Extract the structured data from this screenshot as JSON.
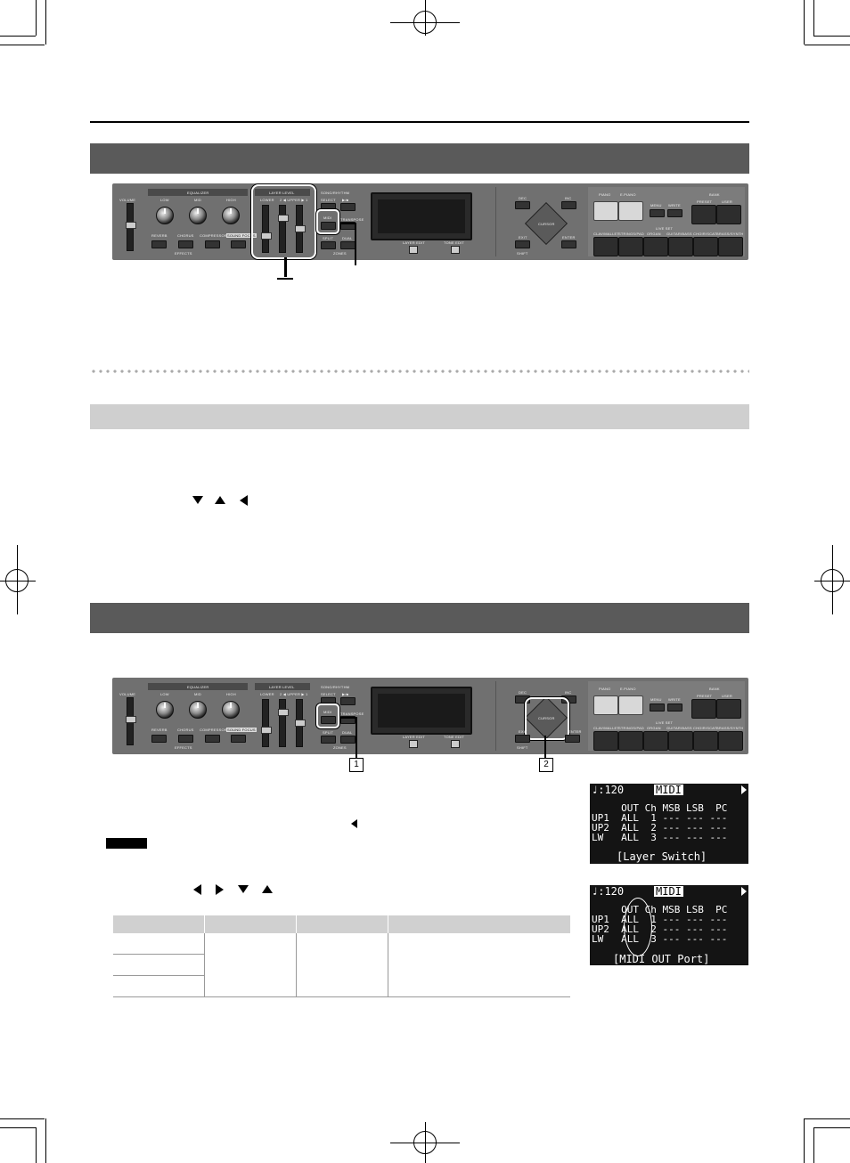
{
  "top_panel": {
    "volume": "VOLUME",
    "equalizer": "EQUALIZER",
    "eq_low": "LOW",
    "eq_mid": "MID",
    "eq_high": "HIGH",
    "reverb": "REVERB",
    "chorus": "CHORUS",
    "compressor": "COMPRESSOR",
    "sound_focus": "SOUND FOCUS",
    "effects": "EFFECTS",
    "layer_level": "LAYER LEVEL",
    "lower": "LOWER",
    "upper": "2 ◀ UPPER ▶ 1",
    "song_rhythm": "SONG/RHYTHM",
    "select": "SELECT",
    "play_stop": "▶/■",
    "midi": "MIDI",
    "transpose": "TRANSPOSE",
    "split": "SPLIT",
    "dual": "DUAL",
    "zones": "ZONES",
    "layer_edit": "LAYER EDIT",
    "tone_edit": "TONE EDIT",
    "dec": "DEC",
    "inc": "INC",
    "exit": "EXIT",
    "shift": "SHIFT",
    "enter": "ENTER",
    "cursor": "CURSOR",
    "piano": "PIANO",
    "e_piano": "E.PIANO",
    "menu": "MENU",
    "write": "WRITE",
    "bank": "BANK",
    "preset": "PRESET",
    "user": "USER",
    "live_set": "LIVE SET",
    "pad_4": "CLAV/MALLET",
    "pad_5": "STRINGS/PAD",
    "pad_6": "ORGAN",
    "pad_7": "GUITAR/BASS",
    "pad_8": "CHOIR/SCAT",
    "pad_9": "BRASS/SYNTH"
  },
  "step_markers": [
    "1",
    "2"
  ],
  "lcd1": {
    "tempo": "♩:120",
    "title": "MIDI",
    "header": "     OUT Ch MSB LSB  PC",
    "rows": [
      "UP1  ALL  1 --- --- ---",
      "UP2  ALL  2 --- --- ---",
      "LW   ALL  3 --- --- ---"
    ],
    "footer": "[Layer Switch]"
  },
  "lcd2": {
    "tempo": "♩:120",
    "title": "MIDI",
    "header": "     OUT Ch MSB LSB  PC",
    "rows": [
      "UP1  ALL  1 --- --- ---",
      "UP2  ALL  2 --- --- ---",
      "LW   ALL  3 --- --- ---"
    ],
    "footer": "[MIDI OUT Port]"
  }
}
